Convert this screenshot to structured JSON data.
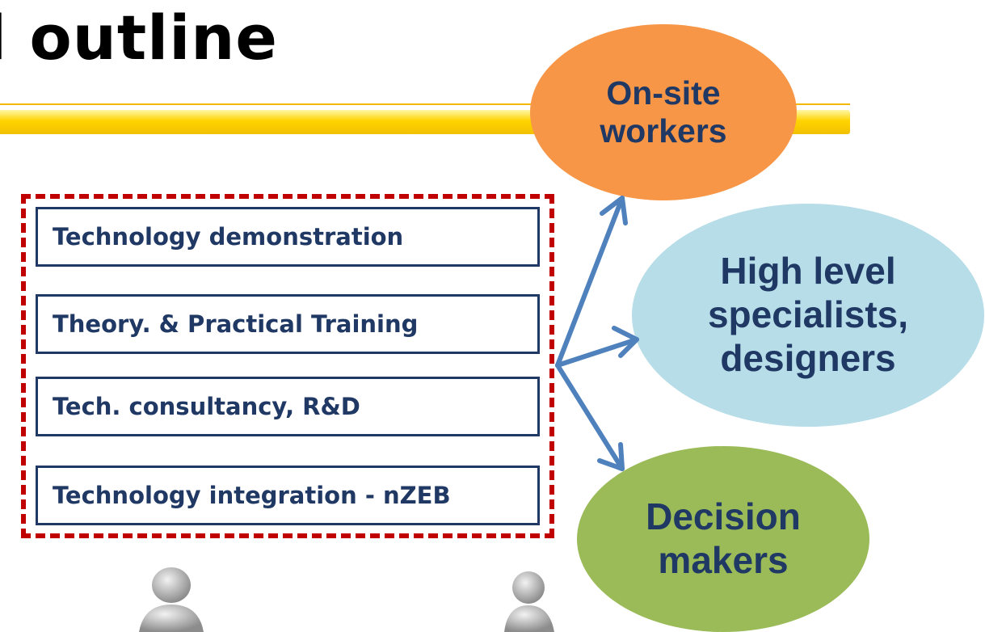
{
  "title": "l outline",
  "boxes": [
    "Technology demonstration",
    "Theory. & Practical Training",
    "Tech. consultancy, R&D",
    "Technology integration - nZEB"
  ],
  "targets": {
    "onsite": [
      "On-site",
      "workers"
    ],
    "specialists": [
      "High level",
      "specialists,",
      "designers"
    ],
    "decision": [
      "Decision",
      "makers"
    ]
  },
  "colors": {
    "box_text": "#1f3864",
    "dashed_border": "#c00000",
    "onsite": "#f79646",
    "specialists": "#b7dde8",
    "decision": "#9bbb59",
    "arrow": "#4f81bd",
    "header_bar": "#ffd400"
  },
  "icons": [
    "person-figure-icon",
    "person-figure-icon"
  ]
}
